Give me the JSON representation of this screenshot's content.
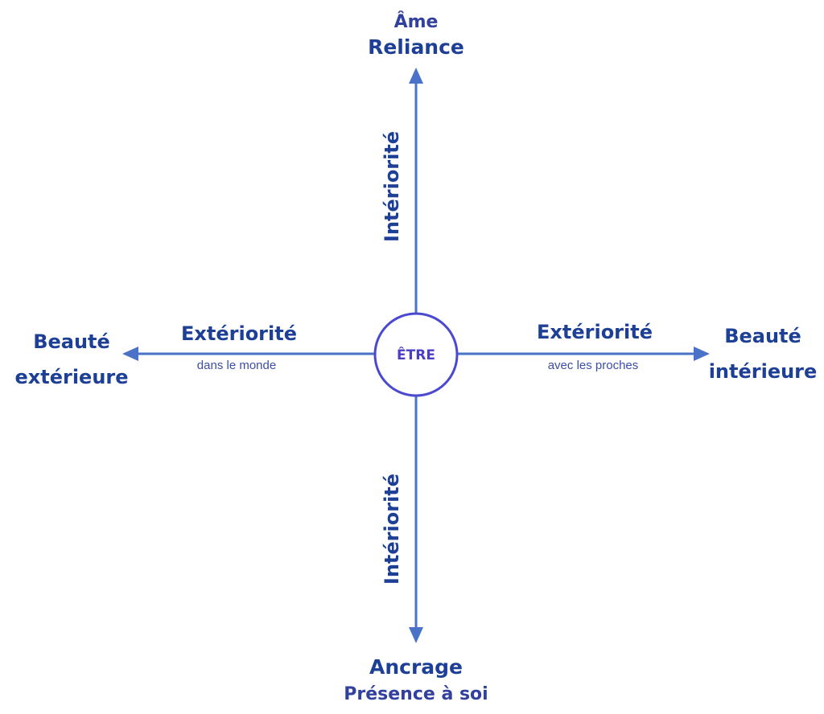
{
  "center": {
    "label": "ÊTRE"
  },
  "top": {
    "line1": "Âme",
    "line2": "Reliance"
  },
  "bottom": {
    "line1": "Ancrage",
    "line2": "Présence à soi"
  },
  "left": {
    "line1": "Beauté",
    "line2": "extérieure"
  },
  "right": {
    "line1": "Beauté",
    "line2": "intérieure"
  },
  "axis_labels": {
    "up": "Intériorité",
    "down": "Intériorité",
    "left_main": "Extériorité",
    "left_sub": "dans le monde",
    "right_main": "Extériorité",
    "right_sub": "avec les proches"
  },
  "colors": {
    "arrow": "#4a72c8",
    "circle": "#4a49d0",
    "text": "#1d3f96"
  }
}
